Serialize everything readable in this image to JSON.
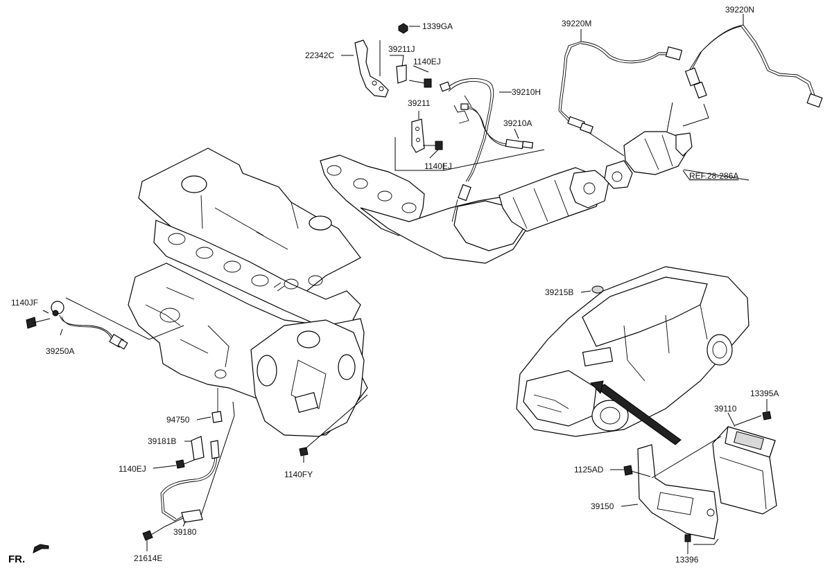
{
  "labels": {
    "l1339GA": "1339GA",
    "l22342C": "22342C",
    "l39211J": "39211J",
    "l1140EJ_top": "1140EJ",
    "l39210H": "39210H",
    "l39211": "39211",
    "l39210A": "39210A",
    "l1140EJ_mid": "1140EJ",
    "l39220M": "39220M",
    "l39220N": "39220N",
    "lREF": "REF.28-286A",
    "l1140JF": "1140JF",
    "l39250A": "39250A",
    "l39215B": "39215B",
    "l94750": "94750",
    "l39181B": "39181B",
    "l1140EJ_low": "1140EJ",
    "l1140FY": "1140FY",
    "l39180": "39180",
    "l21614E": "21614E",
    "l13395A": "13395A",
    "l39110": "39110",
    "l1125AD": "1125AD",
    "l39150": "39150",
    "l13396": "13396",
    "lFR": "FR."
  }
}
